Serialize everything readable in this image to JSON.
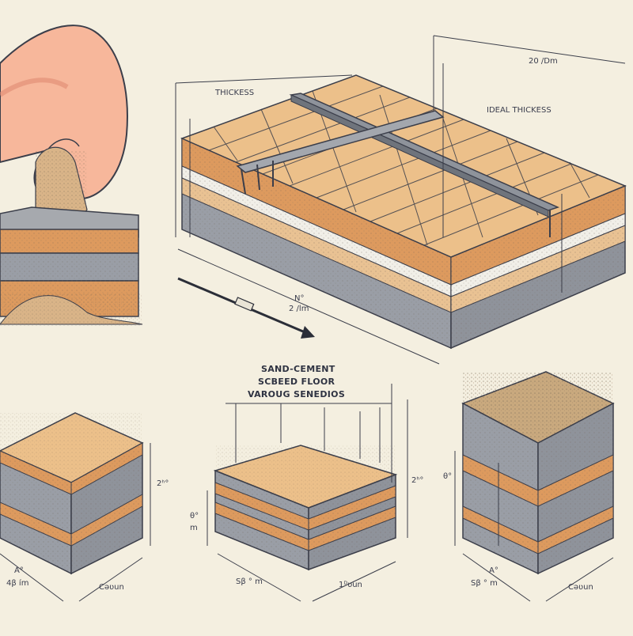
{
  "illustration": {
    "top_block": {
      "thickness_label": "THICKESS",
      "ideal_label": "IDEAL THICKESS",
      "width_label": "20 /Dm",
      "depth_label": "2 /lm",
      "depth_mark": "N°"
    },
    "title": {
      "line1": "SAND-CEMENT",
      "line2": "SCBEED FLOOR",
      "line3": "VAROUG SENEDIOS"
    },
    "left_sample": {
      "height_label": "2ʰ°",
      "bottom_left_top": "A°",
      "bottom_left": "4β ím",
      "bottom_right": "Cəʋun"
    },
    "middle_sample": {
      "left_label": "θ°",
      "left_label_unit": "m",
      "height_label": "2ʰ°",
      "bottom_left": "Sβ ° m",
      "bottom_right": "1ᴰʋun"
    },
    "right_sample": {
      "height_label": "θ°",
      "bottom_left_top": "A°",
      "bottom_left": "Sβ ° m",
      "bottom_right": "Cəʋun"
    },
    "colors": {
      "background": "#f4efe0",
      "sand": "#e9c293",
      "orange_band": "#dd9a5e",
      "concrete": "#9a9ea6",
      "line": "#3b3e4a",
      "skin": "#f7b79b"
    }
  }
}
